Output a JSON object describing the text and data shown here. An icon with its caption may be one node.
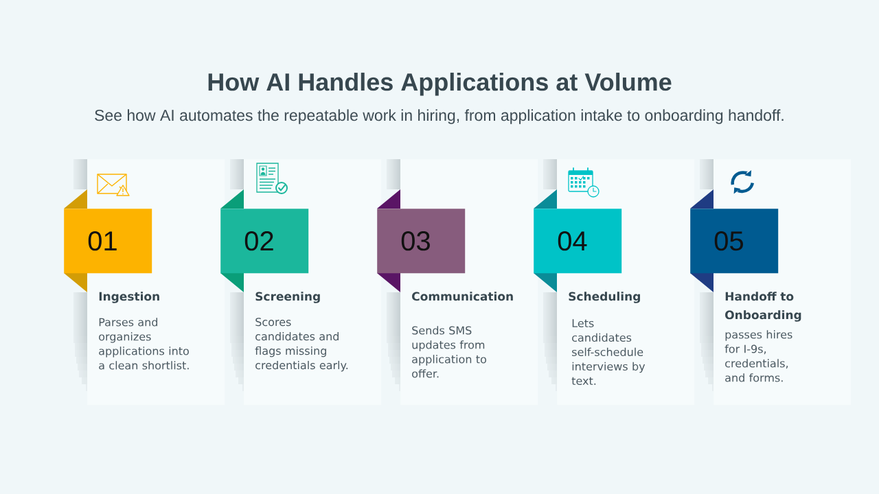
{
  "diagram": {
    "title": "How AI Handles Applications at Volume",
    "nodes": [
      {
        "text": [
          "01"
        ]
      },
      {
        "text": [
          "Ingestion",
          "Parses and organizes applications into a clean shortlist."
        ]
      },
      {
        "text": [
          "02"
        ]
      },
      {
        "text": [
          "Screening",
          "Scores candidates and flags missing credentials early."
        ]
      },
      {
        "text": [
          "03"
        ]
      },
      {
        "text": [
          "Communication",
          "Sends SMS updates from application to offer."
        ]
      },
      {
        "text": [
          "04"
        ]
      },
      {
        "text": [
          "Scheduling",
          "Lets candidates self-schedule interviews by text."
        ]
      },
      {
        "text": [
          "05"
        ]
      },
      {
        "text": [
          "Handoff to Onboarding",
          "passes hires for I-9s, credentials, and forms."
        ]
      }
    ],
    "labels": [
      "See how AI automates the repeatable work in hiring, from application intake to onboarding handoff."
    ]
  }
}
